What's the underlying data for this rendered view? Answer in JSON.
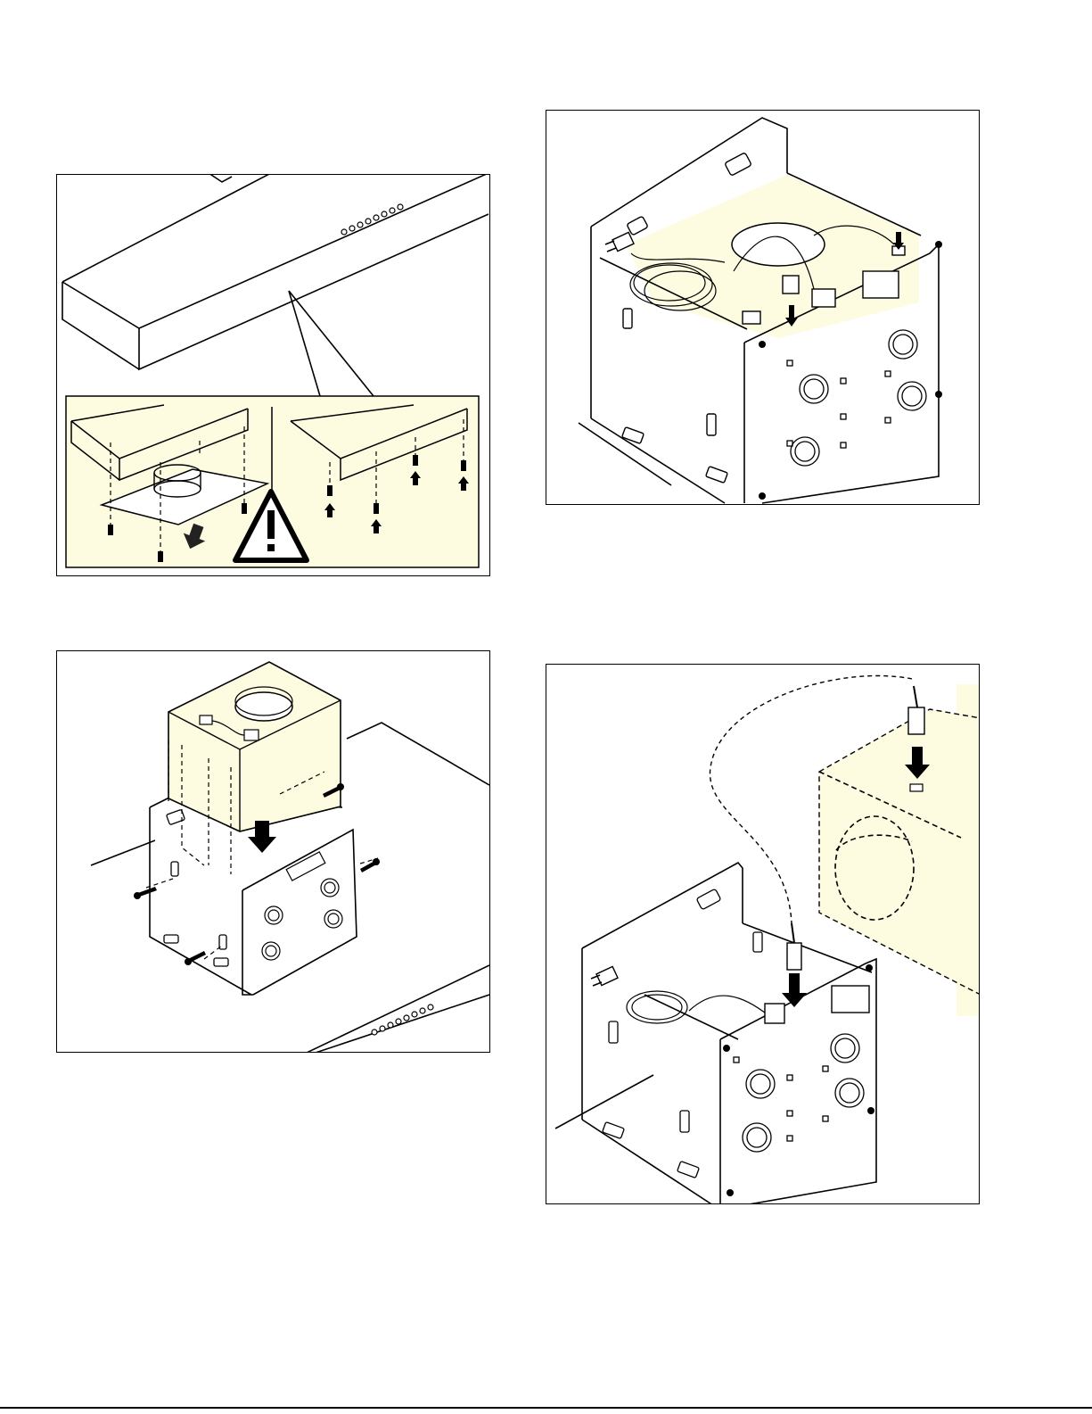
{
  "page": {
    "colors": {
      "ink": "#000000",
      "cream": "#fdfbe0",
      "paper": "#ffffff"
    }
  },
  "panels": [
    {
      "name": "panel-remove-duct-plate",
      "icons": [
        "warning-icon",
        "down-arrow-icon",
        "up-arrow-icon",
        "screw-icon"
      ]
    },
    {
      "name": "panel-motor-box-wiring",
      "icons": [
        "plug-icon",
        "connector-icon",
        "arrow-icon"
      ]
    },
    {
      "name": "panel-install-motor-box",
      "icons": [
        "down-arrow-icon",
        "screw-icon"
      ]
    },
    {
      "name": "panel-connect-cable",
      "icons": [
        "plug-icon",
        "connector-icon",
        "down-arrow-icon"
      ]
    }
  ]
}
